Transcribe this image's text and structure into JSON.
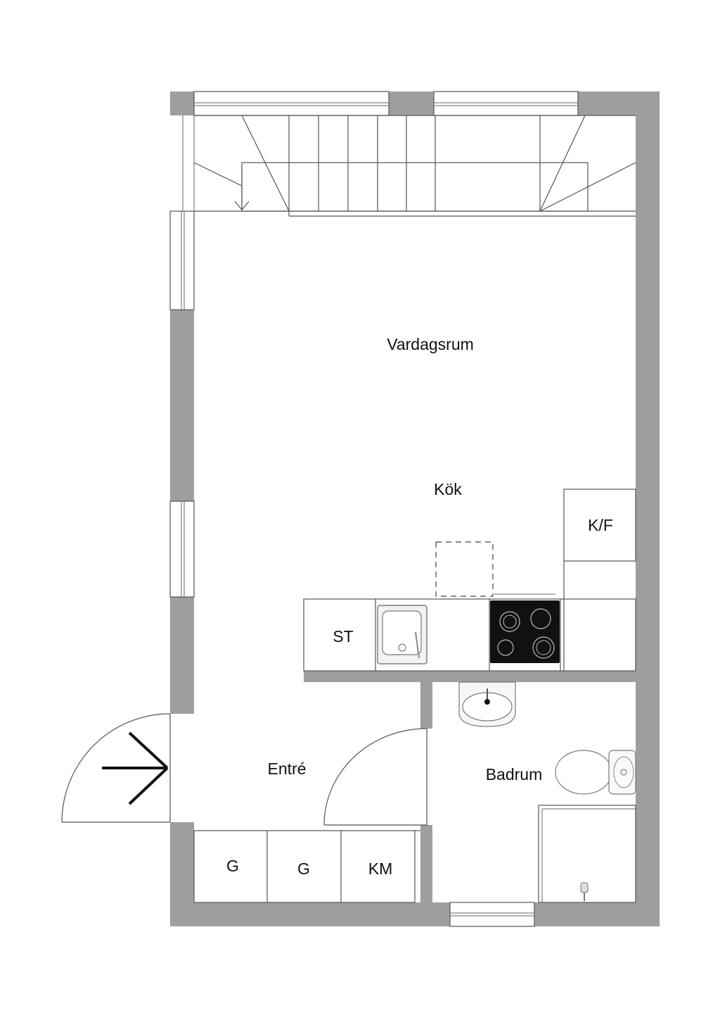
{
  "rooms": {
    "living": "Vardagsrum",
    "kitchen": "Kök",
    "entry": "Entré",
    "bathroom": "Badrum"
  },
  "fixtures": {
    "fridge_freezer": "K/F",
    "storage": "ST",
    "wardrobe_1": "G",
    "wardrobe_2": "G",
    "washing_machine": "KM"
  },
  "colors": {
    "wall": "#9e9e9e",
    "stove": "#111111"
  }
}
